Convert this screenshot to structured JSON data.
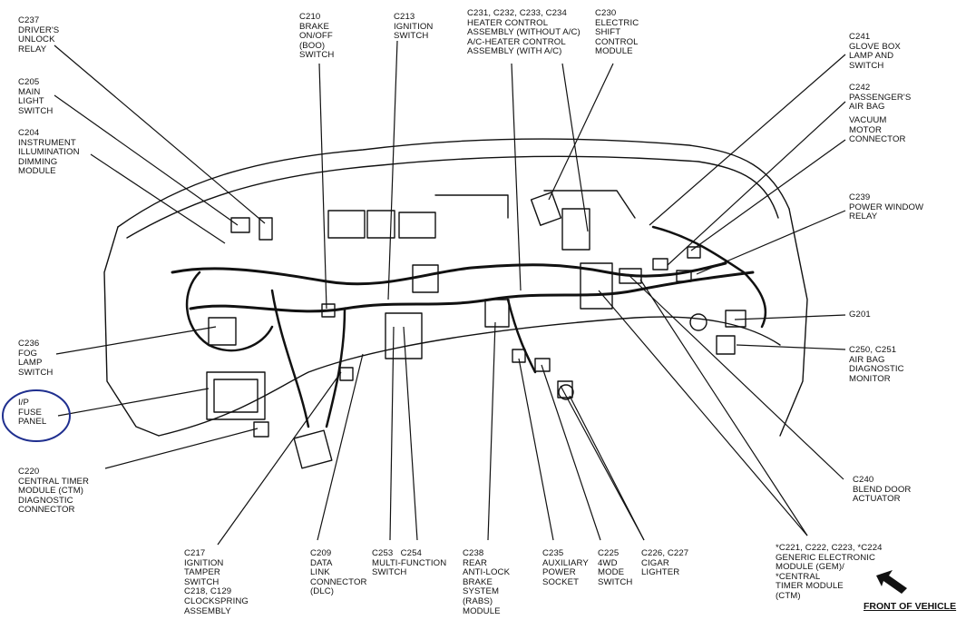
{
  "colors": {
    "line": "#111111",
    "highlight_circle": "#1f2f8f",
    "background": "#ffffff"
  },
  "front_of_vehicle": "FRONT OF VEHICLE",
  "labels": {
    "c237": "C237\nDRIVER'S\nUNLOCK\nRELAY",
    "c205": "C205\nMAIN\nLIGHT\nSWITCH",
    "c204": "C204\nINSTRUMENT\nILLUMINATION\nDIMMING\nMODULE",
    "c236": "C236\nFOG\nLAMP\nSWITCH",
    "ip_fuse_panel": "I/P\nFUSE\nPANEL",
    "c220": "C220\nCENTRAL TIMER\nMODULE (CTM)\nDIAGNOSTIC\nCONNECTOR",
    "c210": "C210\nBRAKE\nON/OFF\n(BOO)\nSWITCH",
    "c213": "C213\nIGNITION\nSWITCH",
    "c231": "C231, C232, C233, C234\nHEATER CONTROL\nASSEMBLY (WITHOUT A/C)\nA/C-HEATER CONTROL\nASSEMBLY (WITH A/C)",
    "c230": "C230\nELECTRIC\nSHIFT\nCONTROL\nMODULE",
    "c241": "C241\nGLOVE BOX\nLAMP AND\nSWITCH",
    "c242": "C242\nPASSENGER'S\nAIR BAG",
    "vacuum": "VACUUM\nMOTOR\nCONNECTOR",
    "c239": "C239\nPOWER WINDOW\nRELAY",
    "g201": "G201",
    "c250": "C250, C251\nAIR BAG\nDIAGNOSTIC\nMONITOR",
    "c240": "C240\nBLEND DOOR\nACTUATOR",
    "c221": "*C221, C222, C223, *C224\nGENERIC ELECTRONIC\nMODULE (GEM)/\n*CENTRAL\nTIMER MODULE\n(CTM)",
    "c217": "C217\nIGNITION\nTAMPER\nSWITCH\nC218, C129\nCLOCKSPRING\nASSEMBLY",
    "c209": "C209\nDATA\nLINK\nCONNECTOR\n(DLC)",
    "c253": "C253   C254\nMULTI-FUNCTION\nSWITCH",
    "c238": "C238\nREAR\nANTI-LOCK\nBRAKE\nSYSTEM\n(RABS)\nMODULE",
    "c235": "C235\nAUXILIARY\nPOWER\nSOCKET",
    "c225": "C225\n4WD\nMODE\nSWITCH",
    "c226": "C226, C227\nCIGAR\nLIGHTER"
  }
}
